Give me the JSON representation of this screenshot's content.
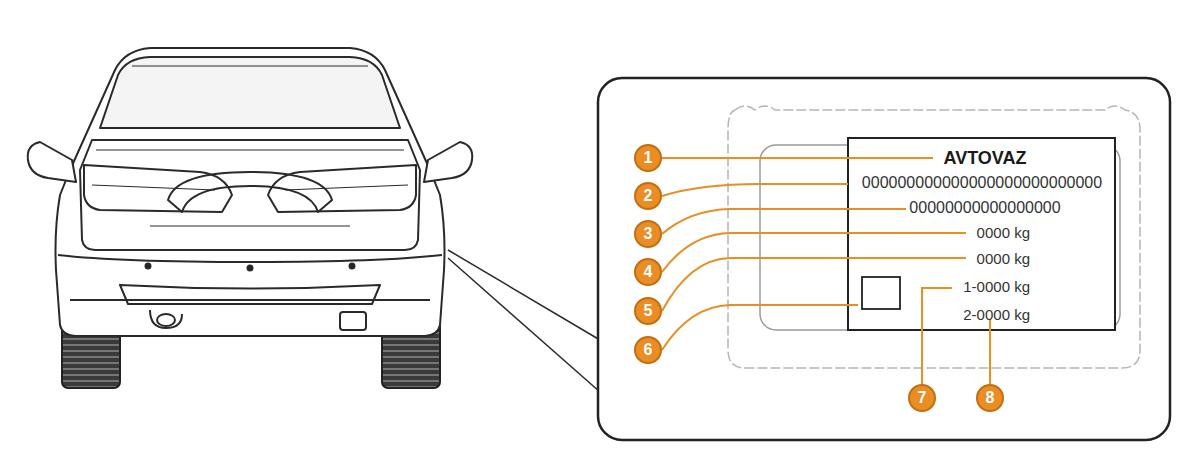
{
  "diagram": {
    "nodes": [
      {
        "text": [
          "AVTOVAZ",
          "000000000000000000000000000",
          "00000000000000000",
          "0000 kg",
          "0000 kg",
          "1-0000 kg",
          "2-0000 kg"
        ]
      }
    ],
    "labels": [
      "1",
      "2",
      "3",
      "4",
      "5",
      "6",
      "7",
      "8"
    ]
  }
}
